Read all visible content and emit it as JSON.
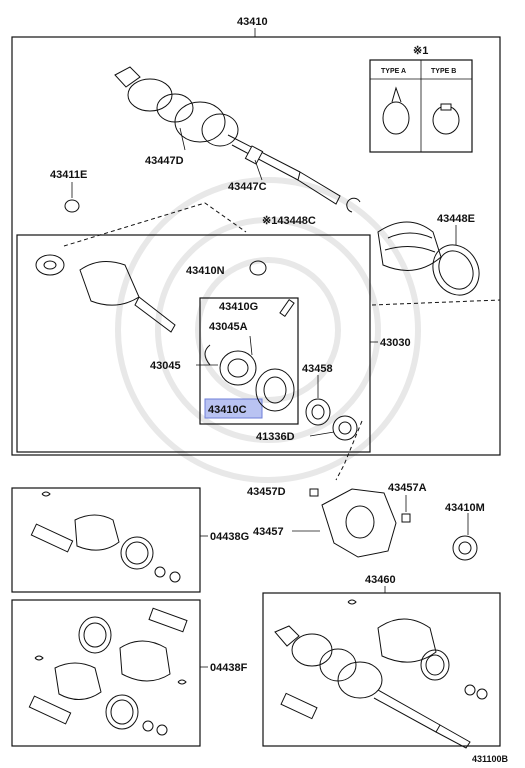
{
  "labels": {
    "top_assembly": "43410",
    "note_symbol": "※1",
    "type_a": "TYPE A",
    "type_b": "TYPE B",
    "p43447D": "43447D",
    "p43447C": "43447C",
    "p43448C": "※143448C",
    "p43448E": "43448E",
    "p43411E": "43411E",
    "p43410N": "43410N",
    "p43410G": "43410G",
    "p43045A": "43045A",
    "p43045": "43045",
    "p43458": "43458",
    "p43410C": "43410C",
    "p41336D": "41336D",
    "p43030": "43030",
    "p43457D": "43457D",
    "p43457A": "43457A",
    "p43457": "43457",
    "p43410M": "43410M",
    "p04438G": "04438G",
    "p04438F": "04438F",
    "p43460": "43460",
    "figure_code": "431100B"
  },
  "colors": {
    "line": "#111111",
    "highlight_fill": "#b9c3f2",
    "highlight_stroke": "#6f7fd8",
    "watermark": "#e8e8e8"
  }
}
